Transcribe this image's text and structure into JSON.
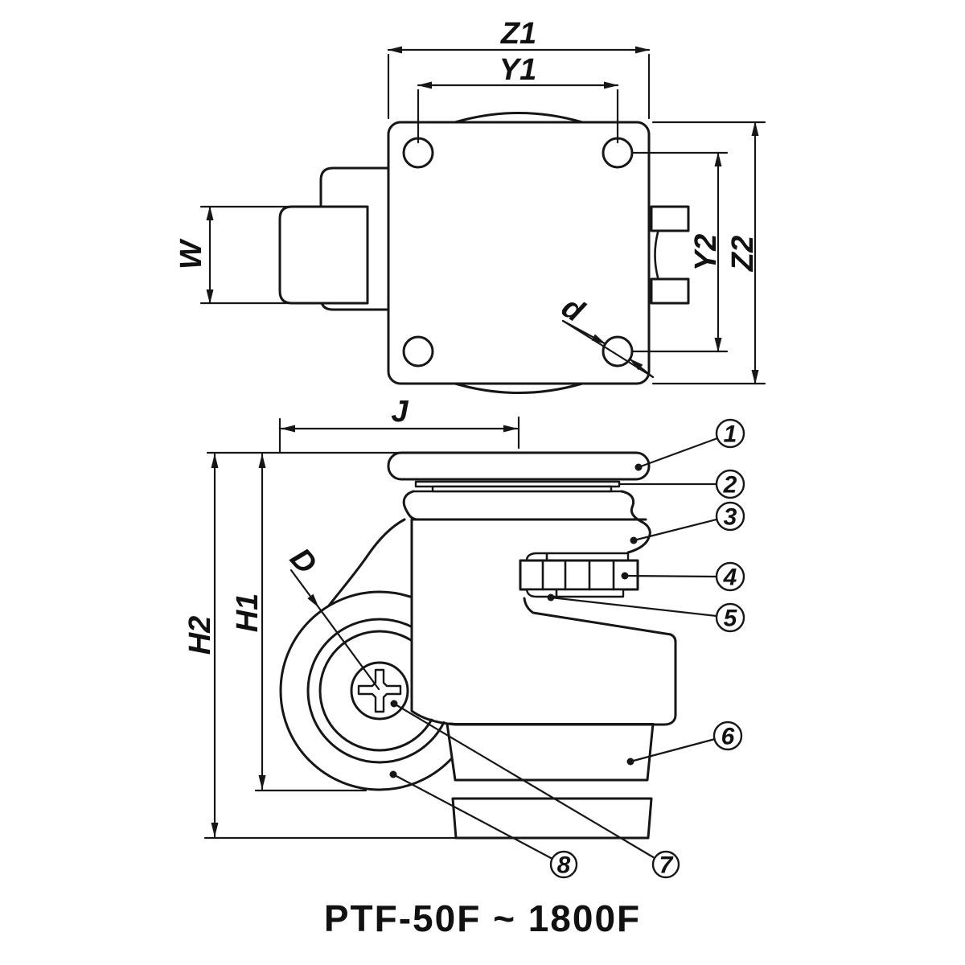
{
  "drawing": {
    "title": "PTF-50F ~ 1800F",
    "top_view": {
      "labels": {
        "z1": "Z1",
        "y1": "Y1",
        "w": "W",
        "y2": "Y2",
        "z2": "Z2",
        "d": "d"
      }
    },
    "side_view": {
      "labels": {
        "j": "J",
        "h1": "H1",
        "h2": "H2",
        "d_wheel": "D"
      },
      "callouts": [
        "1",
        "2",
        "3",
        "4",
        "5",
        "6",
        "7",
        "8"
      ]
    },
    "colors": {
      "ink": "#161616",
      "background": "#ffffff"
    }
  }
}
